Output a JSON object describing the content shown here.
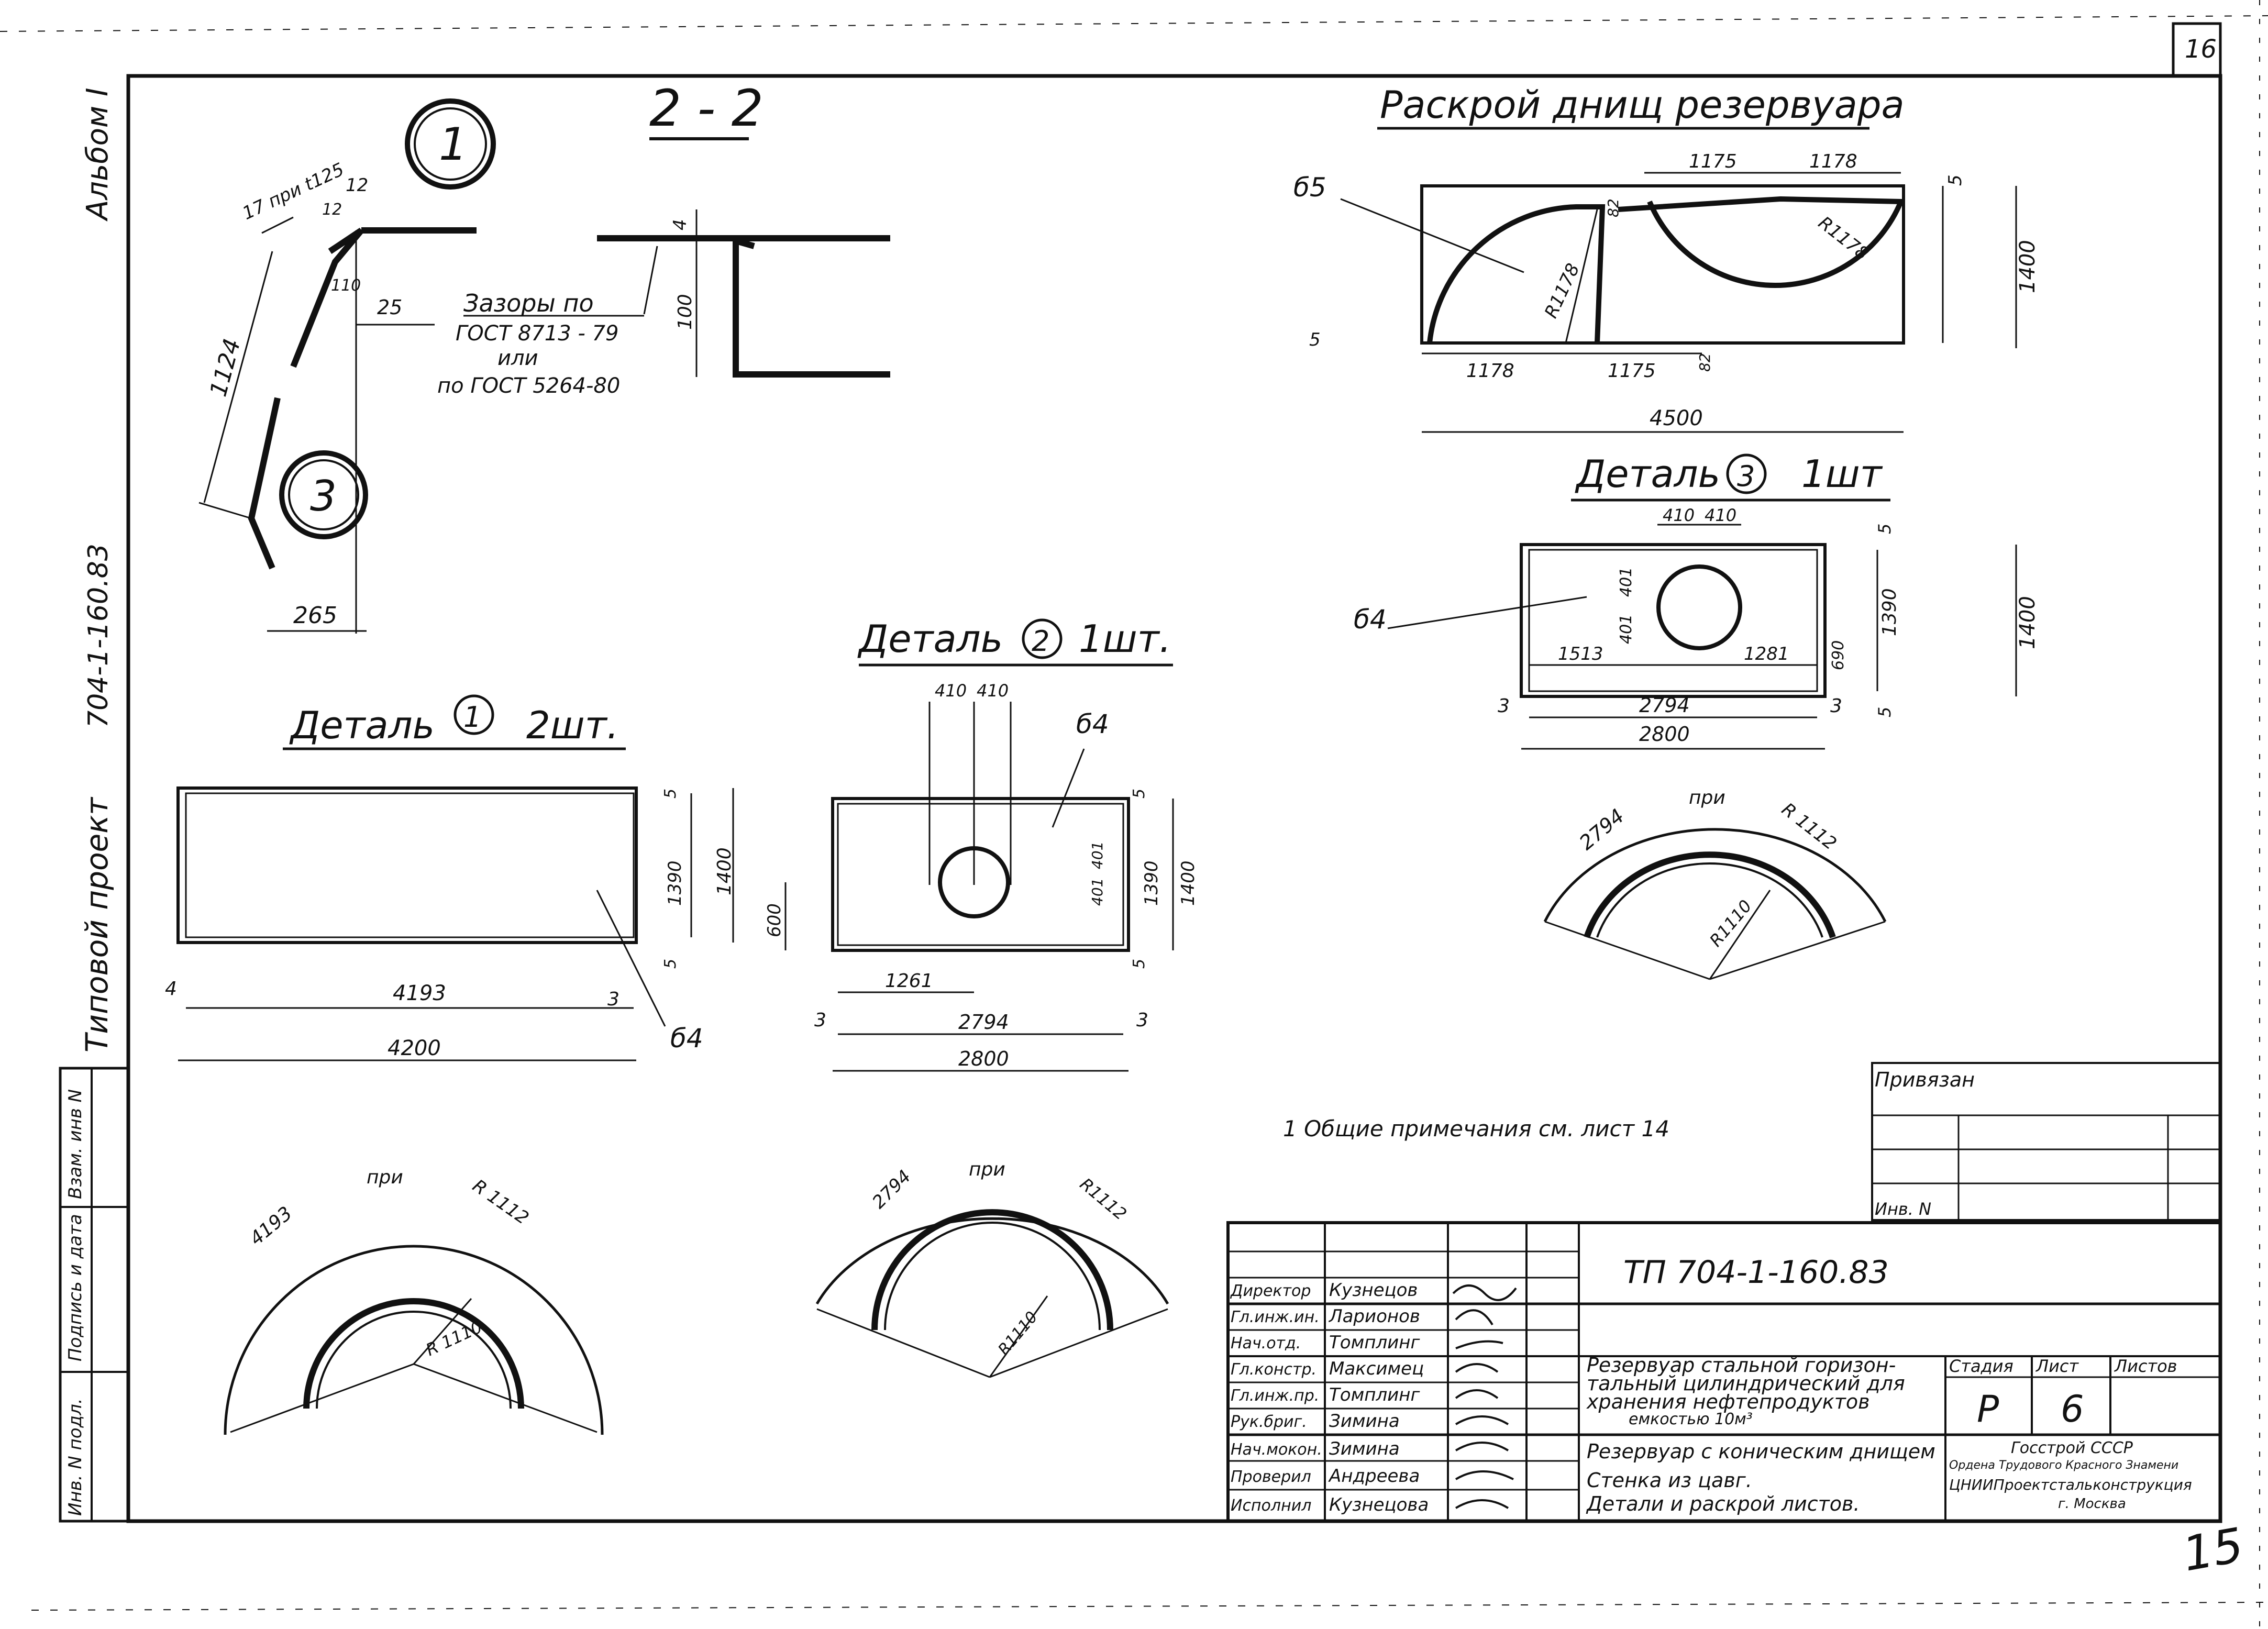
{
  "sheet": {
    "number": "16",
    "corner_mark": "15",
    "margin": {
      "album": "Альбом I",
      "code": "704-1-160.83",
      "project": "Типовой проект"
    },
    "stamp_cols": [
      "Инв. N подл.",
      "Подпись и дата",
      "Взам. инв N"
    ]
  },
  "section_22": {
    "title": "2 - 2",
    "ref1": "1",
    "ref3": "3",
    "note_lines": [
      "Зазоры по",
      "ГОСТ 8713 - 79",
      "или",
      "по ГОСТ 5264-80"
    ],
    "dims": {
      "d17": "17 при t125",
      "d12a": "12",
      "d12b": "12",
      "d110": "110",
      "d25": "25",
      "d4": "4",
      "d100": "100",
      "d1124": "1124",
      "d265": "265"
    }
  },
  "cutting": {
    "title": "Раскрой днищ резервуара",
    "mark": "б5",
    "dims": {
      "top_a": "1175",
      "top_b": "1178",
      "r_right": "R1178",
      "r_left": "R1178",
      "d82_top": "82",
      "d5_right": "5",
      "d5_left": "5",
      "d1400": "1400",
      "bot_a": "1178",
      "bot_b": "1175",
      "d82_bot": "82",
      "d4500": "4500"
    }
  },
  "detail3": {
    "title": "Деталь",
    "num": "3",
    "qty": "1шт",
    "mark": "б4",
    "dims": {
      "top_a": "410",
      "top_b": "410",
      "d401a": "401",
      "d401b": "401",
      "left": "1513",
      "right": "1281",
      "d690": "690",
      "d1390": "1390",
      "d1400": "1400",
      "d5a": "5",
      "d5b": "5",
      "d3a": "3",
      "d3b": "3",
      "inner": "2794",
      "outer": "2800"
    }
  },
  "detail2": {
    "title": "Деталь",
    "num": "2",
    "qty": "1шт.",
    "mark": "б4",
    "dims": {
      "top_a": "410",
      "top_b": "410",
      "d5a": "5",
      "d5b": "5",
      "d401a": "401",
      "d401b": "401",
      "d1390": "1390",
      "d1400": "1400",
      "d600": "600",
      "d1261": "1261",
      "d3a": "3",
      "d3b": "3",
      "inner": "2794",
      "outer": "2800"
    }
  },
  "detail1": {
    "title": "Деталь",
    "num": "1",
    "qty": "2шт.",
    "mark": "б4",
    "dims": {
      "d5a": "5",
      "d5b": "5",
      "d1390": "1390",
      "d1400": "1400",
      "d4": "4",
      "d3": "3",
      "inner": "4193",
      "outer": "4200"
    }
  },
  "arcs": {
    "a1": {
      "len": "4193",
      "pri": "при",
      "r_out": "R 1112",
      "r_in": "R 1110"
    },
    "a2": {
      "len": "2794",
      "pri": "при",
      "r_out": "R1112",
      "r_in": "R1110"
    },
    "a3": {
      "len": "2794",
      "pri": "при",
      "r_out": "R 1112",
      "r_in": "R1110"
    }
  },
  "general_note": "1 Общие примечания см. лист 14",
  "tied": {
    "label": "Привязан",
    "inv": "Инв. N"
  },
  "title_block": {
    "code": "ТП 704-1-160.83",
    "roles": [
      "Директор",
      "Гл.инж.ин.",
      "Нач.отд.",
      "Гл.констр.",
      "Гл.инж.пр.",
      "Рук.бриг.",
      "Нач.мокон.",
      "Проверил",
      "Исполнил"
    ],
    "names": [
      "Кузнецов",
      "Ларионов",
      "Томплинг",
      "Максимец",
      "Томплинг",
      "Зимина",
      "Зимина",
      "Андреева",
      "Кузнецова"
    ],
    "desc": [
      "Резервуар стальной горизон-",
      "тальный цилиндрический для",
      "хранения нефтепродуктов",
      "емкостью 10м³"
    ],
    "sub1": "Резервуар с коническим днищем",
    "sub2": "Стенка из цавг.",
    "sub3": "Детали и раскрой листов.",
    "stage_h": "Стадия",
    "sheet_h": "Лист",
    "sheets_h": "Листов",
    "stage": "Р",
    "sheet": "6",
    "org": [
      "Госстрой СССР",
      "Ордена Трудового Красного Знамени",
      "ЦНИИПроектстальконструкция",
      "г. Москва"
    ]
  }
}
